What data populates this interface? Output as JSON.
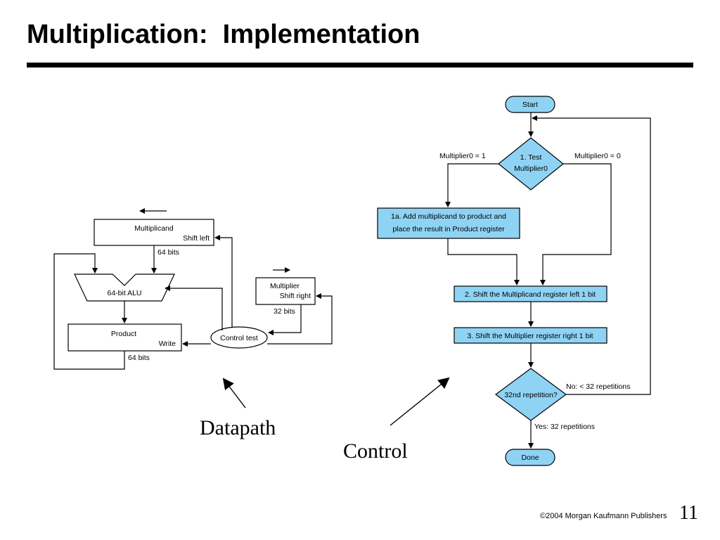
{
  "slide": {
    "title": "Multiplication:  Implementation",
    "footer": "©2004 Morgan Kaufmann Publishers",
    "page_number": "11"
  },
  "datapath": {
    "multiplicand_label": "Multiplicand",
    "multiplicand_action": "Shift left",
    "multiplicand_width": "64 bits",
    "alu_label": "64-bit ALU",
    "product_label": "Product",
    "product_action": "Write",
    "product_width": "64 bits",
    "multiplier_label": "Multiplier",
    "multiplier_action": "Shift right",
    "multiplier_width": "32 bits",
    "control_label": "Control test",
    "caption": "Datapath"
  },
  "flowchart": {
    "start": "Start",
    "test_line1": "1.  Test",
    "test_line2": "Multiplier0",
    "branch_one": "Multiplier0 = 1",
    "branch_zero": "Multiplier0 = 0",
    "step1a_line1": "1a.  Add multiplicand to product and",
    "step1a_line2": "place the result in Product register",
    "step2": "2.  Shift the Multiplicand register left 1 bit",
    "step3": "3.  Shift the Multiplier register right 1 bit",
    "decision": "32nd repetition?",
    "no_branch": "No:  < 32 repetitions",
    "yes_branch": "Yes:  32 repetitions",
    "done": "Done",
    "caption": "Control"
  },
  "colors": {
    "node_fill": "#8fd3f4",
    "stroke": "#000000"
  }
}
